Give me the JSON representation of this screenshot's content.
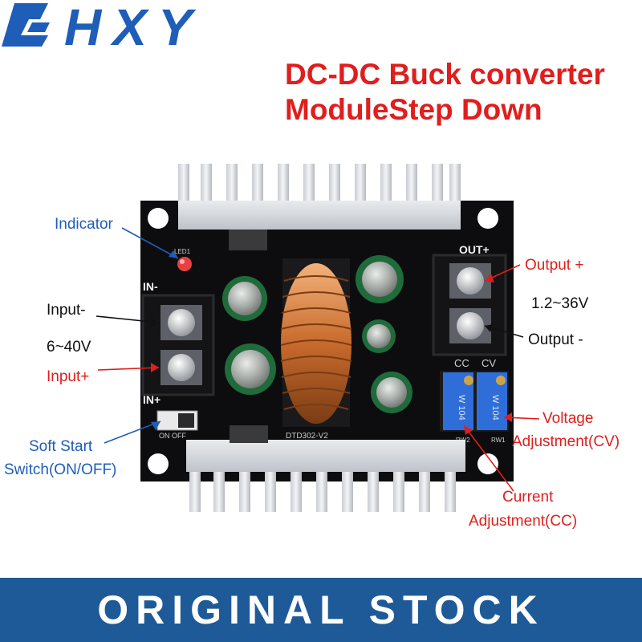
{
  "brand": {
    "logo_text": "HXY",
    "logo_color": "#1e5db8"
  },
  "headline": {
    "line1": "DC-DC Buck converter",
    "line2": "ModuleStep Down",
    "color": "#e01e1e"
  },
  "board": {
    "silk_in_minus": "IN-",
    "silk_in_plus": "IN+",
    "silk_out_plus": "OUT+",
    "silk_cc": "CC",
    "silk_cv": "CV",
    "silk_model": "DTD302-V2",
    "silk_switch": "ON  OFF",
    "silk_led": "LED1",
    "silk_rw1": "RW1",
    "silk_rw2": "RW2",
    "pot_marking": "W 104"
  },
  "labels": {
    "indicator": "Indicator",
    "input_minus": "Input-",
    "input_range": "6~40V",
    "input_plus": "Input+",
    "soft_start_1": "Soft Start",
    "soft_start_2": "Switch(ON/OFF)",
    "output_plus": "Output +",
    "output_range": "1.2~36V",
    "output_minus": "Output -",
    "voltage_1": "Voltage",
    "voltage_2": "Adjustment(CV)",
    "current_1": "Current",
    "current_2": "Adjustment(CC)"
  },
  "banner": {
    "text": "ORIGINAL STOCK",
    "color": "#1e5a98"
  }
}
